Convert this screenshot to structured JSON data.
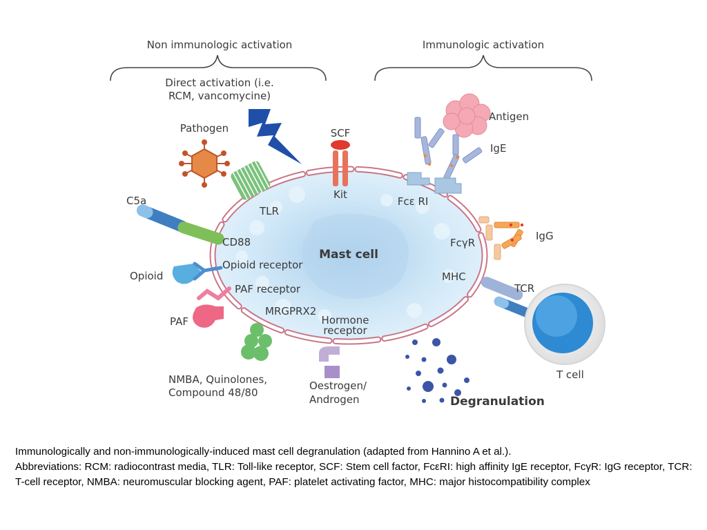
{
  "groups": {
    "non_immunologic": "Non immunologic activation",
    "immunologic": "Immunologic activation"
  },
  "labels": {
    "direct_activation_line1": "Direct activation (i.e.",
    "direct_activation_line2": "RCM, vancomycine)",
    "pathogen": "Pathogen",
    "tlr": "TLR",
    "scf": "SCF",
    "kit": "Kit",
    "antigen": "Antigen",
    "ige": "IgE",
    "fce_ri": "Fcε RI",
    "c5a": "C5a",
    "cd88": "CD88",
    "mast_cell": "Mast cell",
    "fcgr": "FcγR",
    "igg": "IgG",
    "opioid": "Opioid",
    "opioid_receptor": "Opioid receptor",
    "mhc": "MHC",
    "tcr": "TCR",
    "paf_receptor": "PAF receptor",
    "paf": "PAF",
    "mrgprx2": "MRGPRX2",
    "hormone_receptor_line1": "Hormone",
    "hormone_receptor_line2": "receptor",
    "t_cell": "T cell",
    "nmba_line1": "NMBA, Quinolones,",
    "nmba_line2": "Compound 48/80",
    "oestrogen_line1": "Oestrogen/",
    "oestrogen_line2": "Androgen",
    "degranulation": "Degranulation"
  },
  "caption": {
    "line1": "Immunologically and non-immunologically-induced mast cell degranulation (adapted from Hannino A et al.).",
    "line2": "Abbreviations: RCM: radiocontrast media, TLR: Toll-like receptor, SCF: Stem cell factor, FcεRI: high affinity IgE receptor, FcγR: IgG receptor, TCR: T-cell receptor, NMBA: neuromuscular blocking agent, PAF: platelet activating factor, MHC: major histocompatibility complex"
  },
  "colors": {
    "cell_fill": "#cfe7f7",
    "membrane": "#d07a8c",
    "granule": "#3d55a6",
    "antigen": "#f4a9b5",
    "tlr": "#7ac27d",
    "kit": "#e8735a",
    "c5a": "#3f7fc1",
    "cd88": "#7fbf5a"
  }
}
